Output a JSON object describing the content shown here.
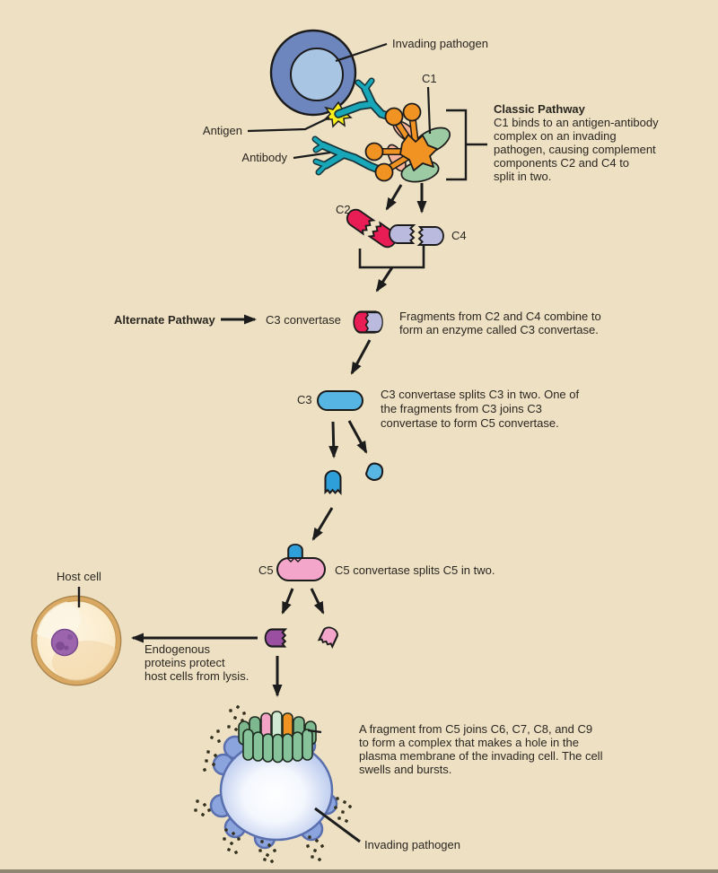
{
  "labels": {
    "invading_pathogen_top": "Invading pathogen",
    "c1": "C1",
    "antigen": "Antigen",
    "antibody": "Antibody",
    "c2": "C2",
    "c4": "C4",
    "c3": "C3",
    "c5": "C5",
    "host_cell": "Host cell",
    "alternate_pathway": "Alternate Pathway",
    "c3_convertase": "C3 convertase",
    "invading_pathogen_bottom": "Invading pathogen"
  },
  "classic_pathway": {
    "title": "Classic Pathway",
    "lines": [
      "C1 binds to an antigen-antibody",
      "complex on an invading",
      "pathogen, causing complement",
      "components C2 and C4 to",
      "split in two."
    ]
  },
  "notes": {
    "c3_convertase_note": [
      "Fragments from C2 and C4 combine to",
      "form an enzyme called C3 convertase."
    ],
    "c3_note": [
      "C3 convertase splits C3 in two. One of",
      "the fragments from C3 joins C3",
      "convertase to form C5 convertase."
    ],
    "c5_note": "C5 convertase splits C5 in two.",
    "endogenous_note": [
      "Endogenous",
      "proteins protect",
      "host cells from lysis."
    ],
    "mac_note": [
      "A fragment from C5 joins C6, C7, C8, and C9",
      "to form a complex that makes a hole in the",
      "plasma membrane of the invading cell. The cell",
      "swells and bursts."
    ]
  },
  "colors": {
    "background": "#ede0c3",
    "text": "#2a2620",
    "pathogen_outer": "#6d86bd",
    "pathogen_inner": "#a9c5e4",
    "antibody_teal": "#18a7b9",
    "antigen_yellow": "#f9ee1c",
    "c1_orange": "#f19322",
    "c1_pink": "#f5b39c",
    "c1_green": "#9ccaa3",
    "c2_crimson": "#e81d56",
    "c4_lavender": "#b9badd",
    "c3_blue": "#56b5e2",
    "c3_fragment_dark": "#2e9fd9",
    "c5_pink": "#f3a6ca",
    "c5_purple": "#9a4fa0",
    "host_border": "#d9a963",
    "host_fill": "#fdf3dc",
    "nucleus_purple": "#9c64ad",
    "swollen_cell_blue": "#8ca4de",
    "mac_green": "#87c39a",
    "mac_mint": "#d0e9d2"
  }
}
